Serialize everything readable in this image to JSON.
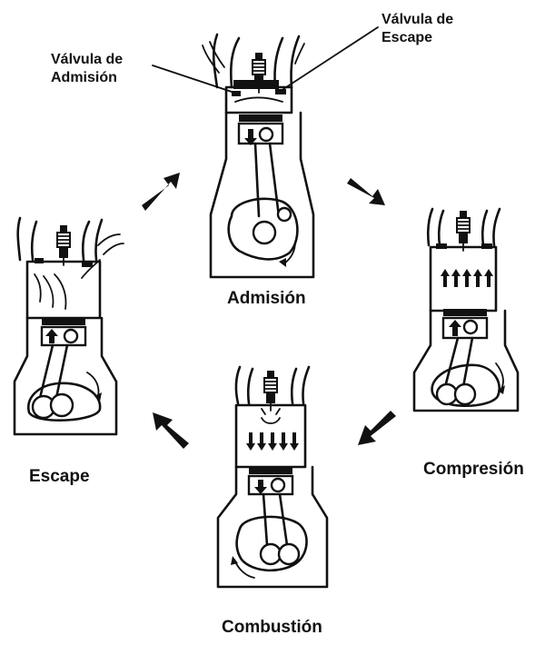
{
  "labels": {
    "valve_intake": [
      "Válvula de",
      "Admisión"
    ],
    "valve_exhaust": [
      "Válvula de",
      "Escape"
    ],
    "stroke_intake": "Admisión",
    "stroke_compression": "Compresión",
    "stroke_combustion": "Combustión",
    "stroke_exhaust": "Escape"
  },
  "cycle_order": [
    "Admisión",
    "Compresión",
    "Combustión",
    "Escape"
  ],
  "colors": {
    "ink": "#111111",
    "background": "#ffffff"
  }
}
